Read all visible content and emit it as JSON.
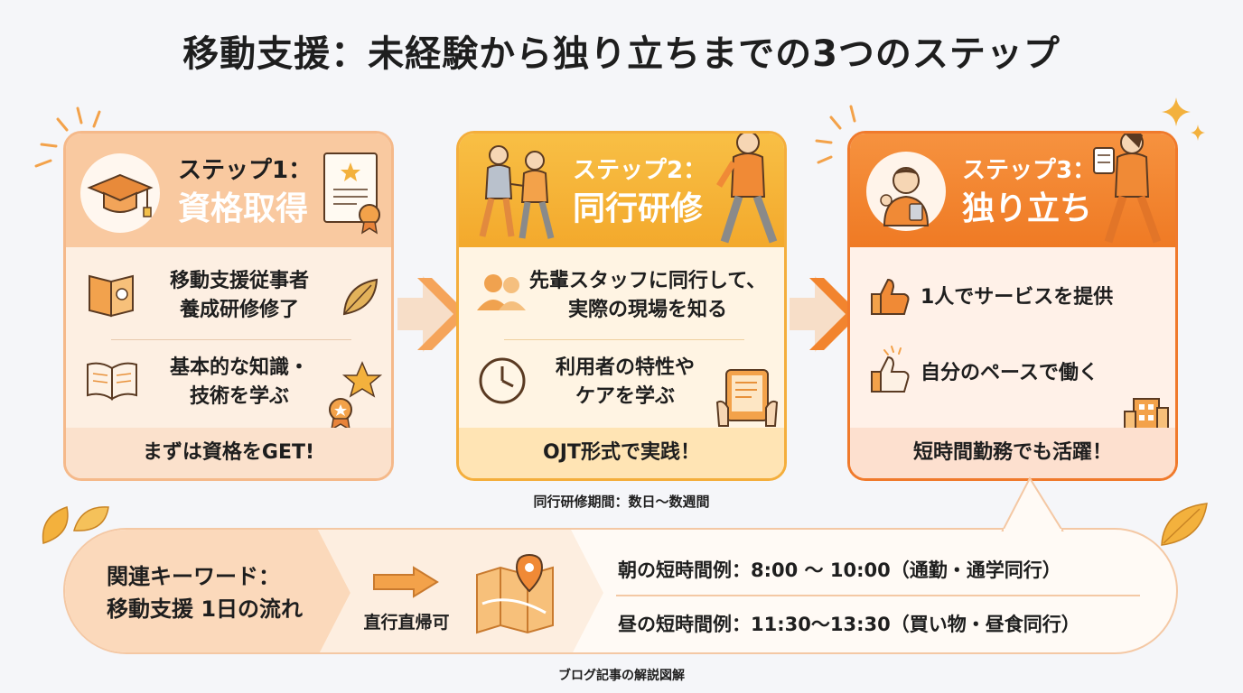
{
  "title": "移動支援：未経験から独り立ちまでの3つのステップ",
  "steps": [
    {
      "label": "ステップ1：",
      "title": "資格取得",
      "items": [
        {
          "line1": "移動支援従事者",
          "line2": "養成研修修了"
        },
        {
          "line1": "基本的な知識・",
          "line2": "技術を学ぶ"
        }
      ],
      "footer": "まずは資格をGET!"
    },
    {
      "label": "ステップ2：",
      "title": "同行研修",
      "items": [
        {
          "line1": "先輩スタッフに同行して、",
          "line2": "実際の現場を知る"
        },
        {
          "line1": "利用者の特性や",
          "line2": "ケアを学ぶ"
        }
      ],
      "footer": "OJT形式で実践！"
    },
    {
      "label": "ステップ3：",
      "title": "独り立ち",
      "items": [
        {
          "line1": "1人でサービスを提供"
        },
        {
          "line1": "自分のペースで働く"
        }
      ],
      "footer": "短時間勤務でも活躍！"
    }
  ],
  "training_period": "同行研修期間：数日〜数週間",
  "keywords": {
    "line1": "関連キーワード：",
    "line2": "移動支援 1日の流れ",
    "direct": "直行直帰可"
  },
  "schedule": {
    "morning": "朝の短時間例：8:00 〜 10:00（通勤・通学同行）",
    "noon": "昼の短時間例：11:30〜13:30（買い物・昼食同行）"
  },
  "footer_caption": "ブログ記事の解説図解",
  "colors": {
    "accent": "#f07a2c",
    "step1": "#f9c9a0",
    "step2": "#f4ae3c",
    "step3": "#ef7a24",
    "icon": "#e8913a"
  }
}
